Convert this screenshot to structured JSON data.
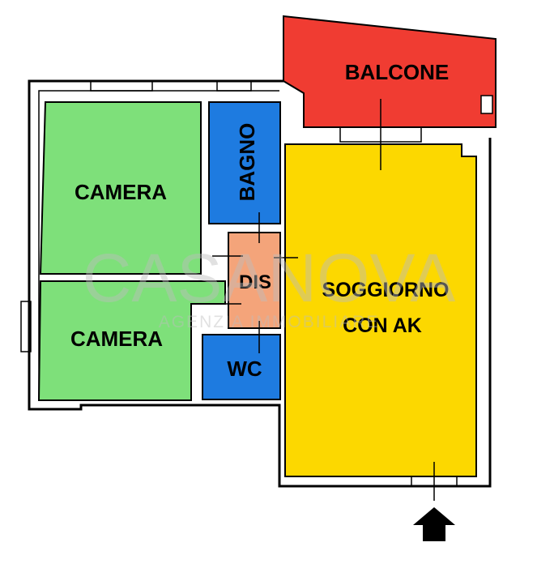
{
  "floorplan": {
    "rooms": {
      "balcone": {
        "label": "BALCONE",
        "color": "#f03c32"
      },
      "bagno": {
        "label": "BAGNO",
        "color": "#1e7be0"
      },
      "camera_top": {
        "label": "CAMERA",
        "color": "#7ee07a"
      },
      "camera_bottom": {
        "label": "CAMERA",
        "color": "#7ee07a"
      },
      "dis": {
        "label": "DIS",
        "color": "#f4a47a"
      },
      "wc": {
        "label": "WC",
        "color": "#1e7be0"
      },
      "soggiorno": {
        "label_line1": "SOGGIORNO",
        "label_line2": "CON AK",
        "color": "#fcd800"
      }
    },
    "watermark": {
      "brand": "CASANOVA",
      "subtitle": "AGENZIA IMMOBILIARE"
    },
    "entrance_icon": "entrance-arrow-icon"
  }
}
